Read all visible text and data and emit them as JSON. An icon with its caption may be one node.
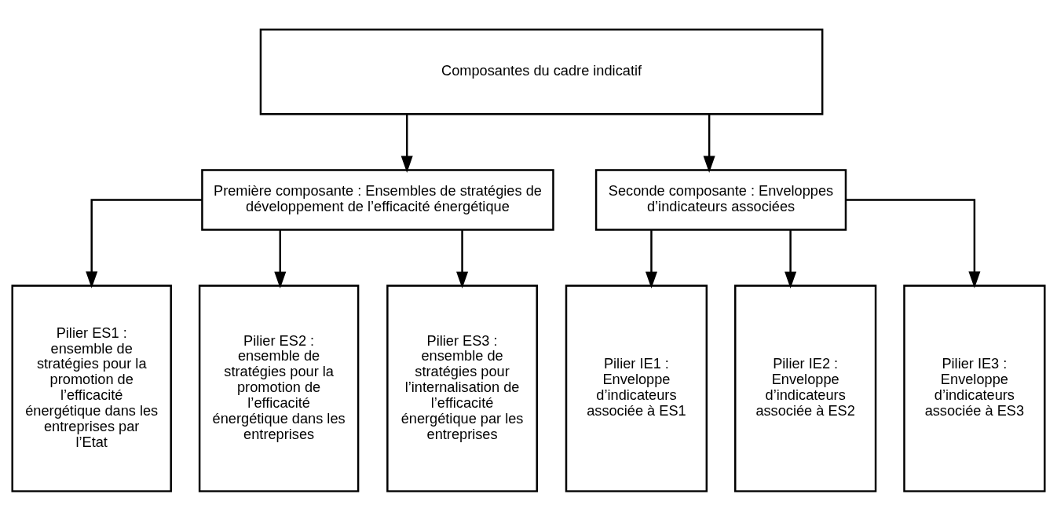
{
  "diagram": {
    "nodes": [
      {
        "text": [
          "Composantes du cadre indicatif"
        ]
      },
      {
        "text": [
          "Première composante : Ensembles de stratégies de développement de l’efficacité énergétique"
        ]
      },
      {
        "text": [
          "Seconde composante : Enveloppes d’indicateurs associées"
        ]
      },
      {
        "text": [
          "Pilier ES1 : ensemble de stratégies pour la promotion de l’efficacité énergétique dans les entreprises par l’Etat"
        ]
      },
      {
        "text": [
          "Pilier ES2 : ensemble de stratégies pour la promotion de l’efficacité énergétique dans les entreprises"
        ]
      },
      {
        "text": [
          "Pilier ES3 : ensemble de stratégies pour l’internalisation de l’efficacité énergétique par les entreprises"
        ]
      },
      {
        "text": [
          "Pilier IE1 : Enveloppe d’indicateurs associée à ES1"
        ]
      },
      {
        "text": [
          "Pilier IE2 : Enveloppe d’indicateurs associée à ES2"
        ]
      },
      {
        "text": [
          "Pilier IE3 : Enveloppe d’indicateurs associée à ES3"
        ]
      }
    ],
    "edges": [
      {
        "from": 0,
        "to": 1,
        "arrow": "to"
      },
      {
        "from": 0,
        "to": 2,
        "arrow": "to"
      },
      {
        "from": 1,
        "to": 3,
        "arrow": "to"
      },
      {
        "from": 1,
        "to": 4,
        "arrow": "to"
      },
      {
        "from": 1,
        "to": 5,
        "arrow": "to"
      },
      {
        "from": 2,
        "to": 6,
        "arrow": "to"
      },
      {
        "from": 2,
        "to": 7,
        "arrow": "to"
      },
      {
        "from": 2,
        "to": 8,
        "arrow": "to"
      }
    ]
  }
}
